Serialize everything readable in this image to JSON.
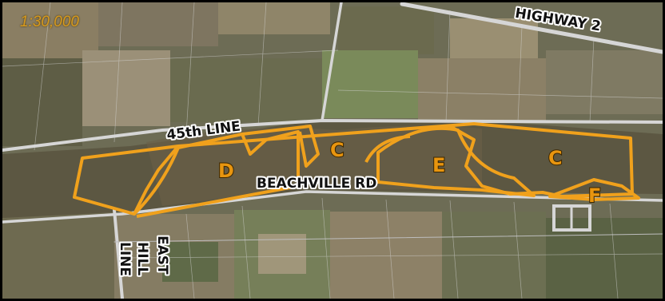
{
  "map": {
    "scale": "1:30,000",
    "road_labels": {
      "highway_2": "HIGHWAY 2",
      "line_45th": "45th LINE",
      "beachville_rd": "BEACHVILLE RD",
      "east": "EAST",
      "hill": "HILL",
      "line": "LINE"
    },
    "zones": {
      "d": "D",
      "c_west": "C",
      "e": "E",
      "c_east": "C",
      "f": "F"
    },
    "colors": {
      "boundary": "#f0a11c",
      "road": "#d6d6d6",
      "zone_label": "#e8950f"
    }
  }
}
